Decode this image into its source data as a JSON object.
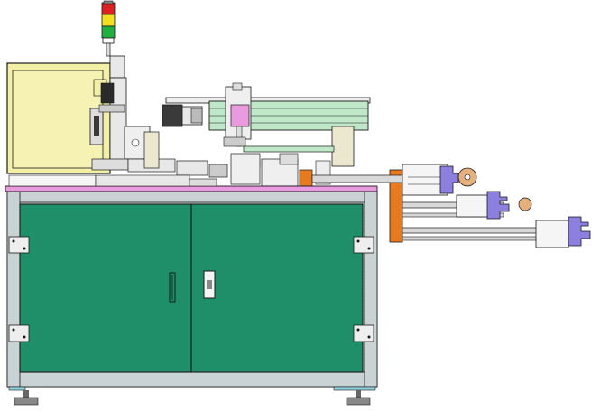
{
  "drawing": {
    "type": "machine-side-elevation",
    "colors": {
      "background": "#ffffff",
      "outline": "#1a1a1a",
      "cabinet_door": "#1f8f6a",
      "frame_steel": "#c9d3d6",
      "control_box": "#f3f0a6",
      "pink_plate": "#ea9be0",
      "orange_block": "#e87a1e",
      "purple_part": "#8b7fe0",
      "green_rail": "#bfe8c9",
      "beige_panel": "#ece8cf",
      "gray_part": "#d8d8d8",
      "dark_part": "#3a3a3a",
      "red_part": "#e02020",
      "yellow_part": "#f0e020",
      "lamp_green": "#20b040",
      "feet": "#8fd3e0",
      "tan_disc": "#e7b07a"
    },
    "components": {
      "signal_tower": {
        "lamps": [
          "red",
          "yellow",
          "green"
        ]
      },
      "cabinet": {
        "doors": 2,
        "handles": 2,
        "hinges": 4,
        "feet": 2
      },
      "conveyor_arms": 3
    }
  }
}
